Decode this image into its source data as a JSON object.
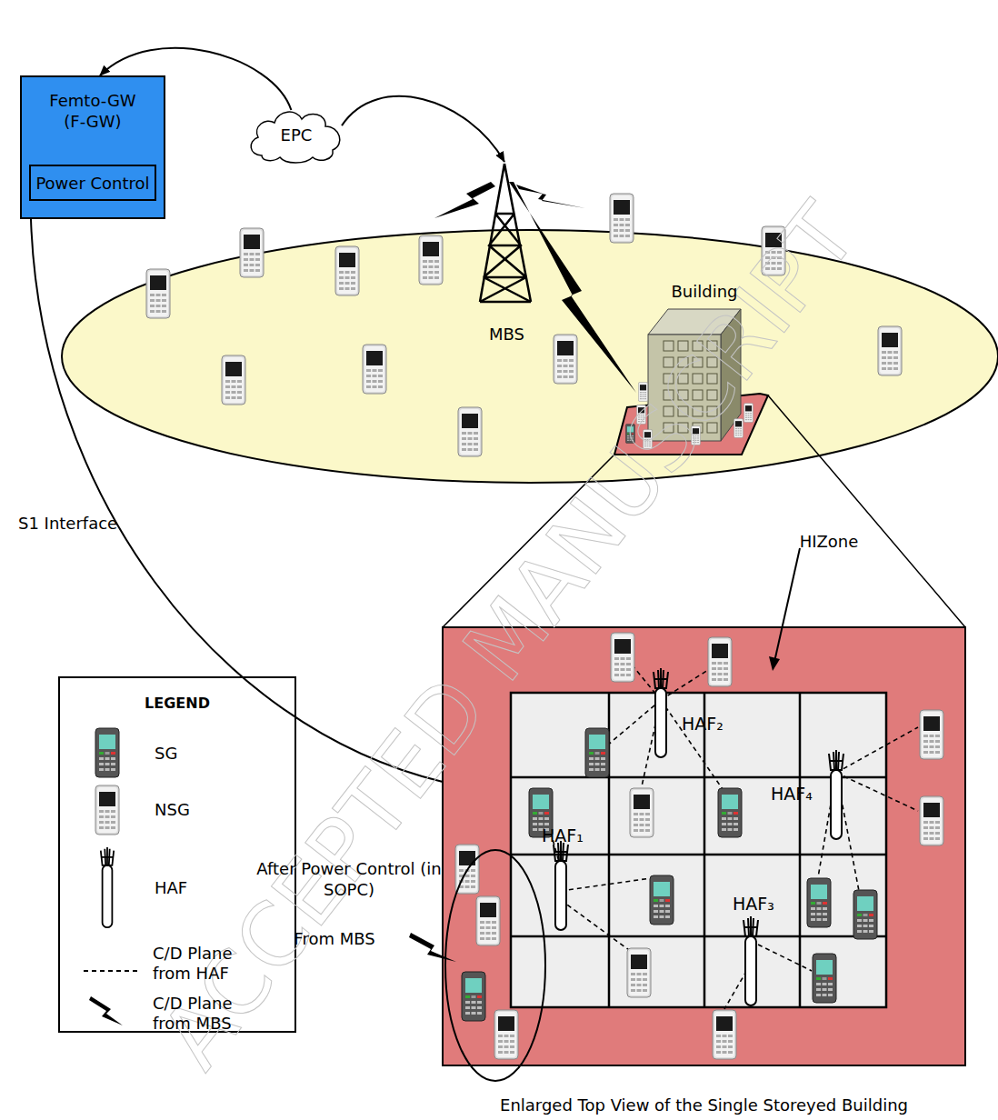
{
  "diagram": {
    "caption": "Enlarged Top View of the Single Storeyed Building",
    "nodes": [
      {
        "text": [
          "Femto-GW (F-GW)"
        ]
      },
      {
        "text": [
          "Power Control"
        ],
        "in": 0
      },
      {
        "text": [
          "EPC"
        ]
      },
      {
        "text": [
          "MBS"
        ]
      },
      {
        "text": [
          "Building"
        ]
      },
      {
        "text": [
          "Enlarged Top View of the Single Storeyed Building"
        ]
      }
    ],
    "edges": [
      {
        "from": 2,
        "to": 0,
        "arrow": "to"
      },
      {
        "from": 2,
        "to": 3,
        "arrow": "to"
      },
      {
        "from": 0,
        "to": 5,
        "arrow": "none",
        "label": "S1 Interface"
      }
    ],
    "labels": [
      "HIZone",
      "HAF₁",
      "HAF₂",
      "HAF₃",
      "HAF₄",
      "After Power Control (in SOPC)",
      "From MBS",
      "LEGEND",
      "ACCEPTED MANUSCRIPT"
    ],
    "legend": [
      {
        "text": "SG"
      },
      {
        "text": "NSG"
      },
      {
        "text": "HAF"
      },
      {
        "text": "C/D Plane from HAF"
      },
      {
        "text": "C/D Plane from MBS"
      }
    ]
  }
}
